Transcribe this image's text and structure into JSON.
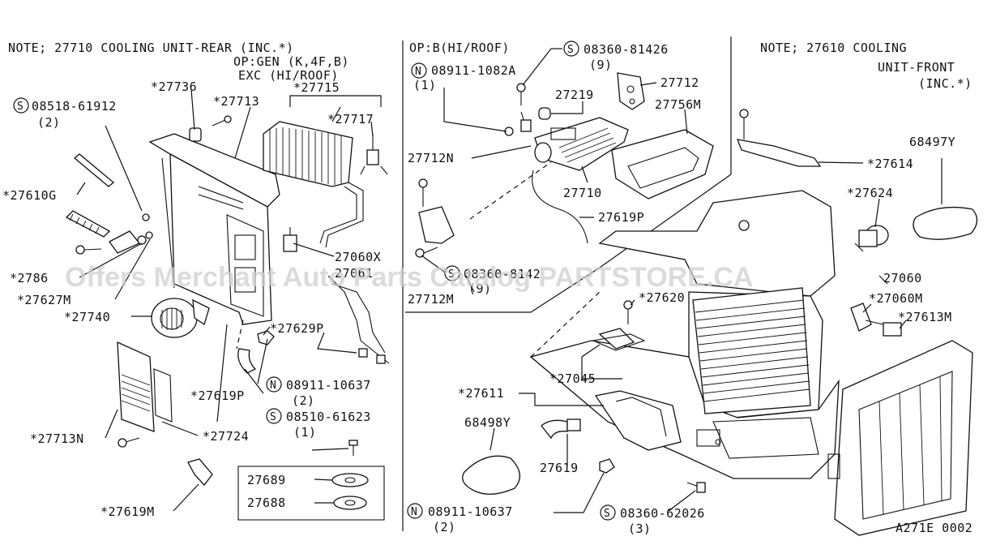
{
  "notes": {
    "rear_line1": "NOTE; 27710 COOLING UNIT-REAR (INC.*)",
    "rear_line2": "OP:GEN (K,4F,B)",
    "rear_line3": "EXC (HI/ROOF)",
    "mid_line1": "OP:B(HI/ROOF)",
    "front_line1": "NOTE; 27610 COOLING",
    "front_line2": "UNIT-FRONT",
    "front_line3": "(INC.*)"
  },
  "symbols": {
    "s": "S",
    "n": "N"
  },
  "labels": {
    "p27736": "*27736",
    "p27713": "*27713",
    "p27715": "*27715",
    "p27717": "*27717",
    "s08518": "08518-61912",
    "s08518_qty": "(2)",
    "p27610G": "*27610G",
    "p27060X": "27060X",
    "p27061_partial": "27061",
    "p2786": "*2786",
    "p27627M": "*27627M",
    "p27740": "*27740",
    "p27629P": "*27629P",
    "p27619P_left": "*27619P",
    "n08911_10637_left": "08911-10637",
    "n08911_10637_left_qty": "(2)",
    "s08510": "08510-61623",
    "s08510_qty": "(1)",
    "p27713N": "*27713N",
    "p27724": "*27724",
    "p27689": "27689",
    "p27688": "27688",
    "p27619M": "*27619M",
    "n08911_1082A": "08911-1082A",
    "n08911_1082A_qty": "(1)",
    "s08360_81426": "08360-81426",
    "s08360_81426_qty": "(9)",
    "p27219": "27219",
    "p27712": "27712",
    "p27756M": "27756M",
    "p27712N": "27712N",
    "p27710": "27710",
    "p27619P_mid": "27619P",
    "s08360_814_mid": "08360-8142",
    "s08360_814_mid_qty": "(9)",
    "p27712M": "27712M",
    "p27614": "*27614",
    "p68497Y": "68497Y",
    "p27624": "*27624",
    "p27060_partial": "27060",
    "p27620": "*27620",
    "p27060M": "*27060M",
    "p27613M": "*27613M",
    "p27045": "*27045",
    "p27611": "*27611",
    "p68498Y": "68498Y",
    "p27619": "27619",
    "n08911_10637_bottom": "08911-10637",
    "n08911_10637_bottom_qty": "(2)",
    "s08360_62026": "08360-62026",
    "s08360_62026_qty": "(3)",
    "diagram_code": "A271E 0002"
  },
  "watermark": "Offers Merchant Auto Parts Catalog PARTSTORE.CA"
}
